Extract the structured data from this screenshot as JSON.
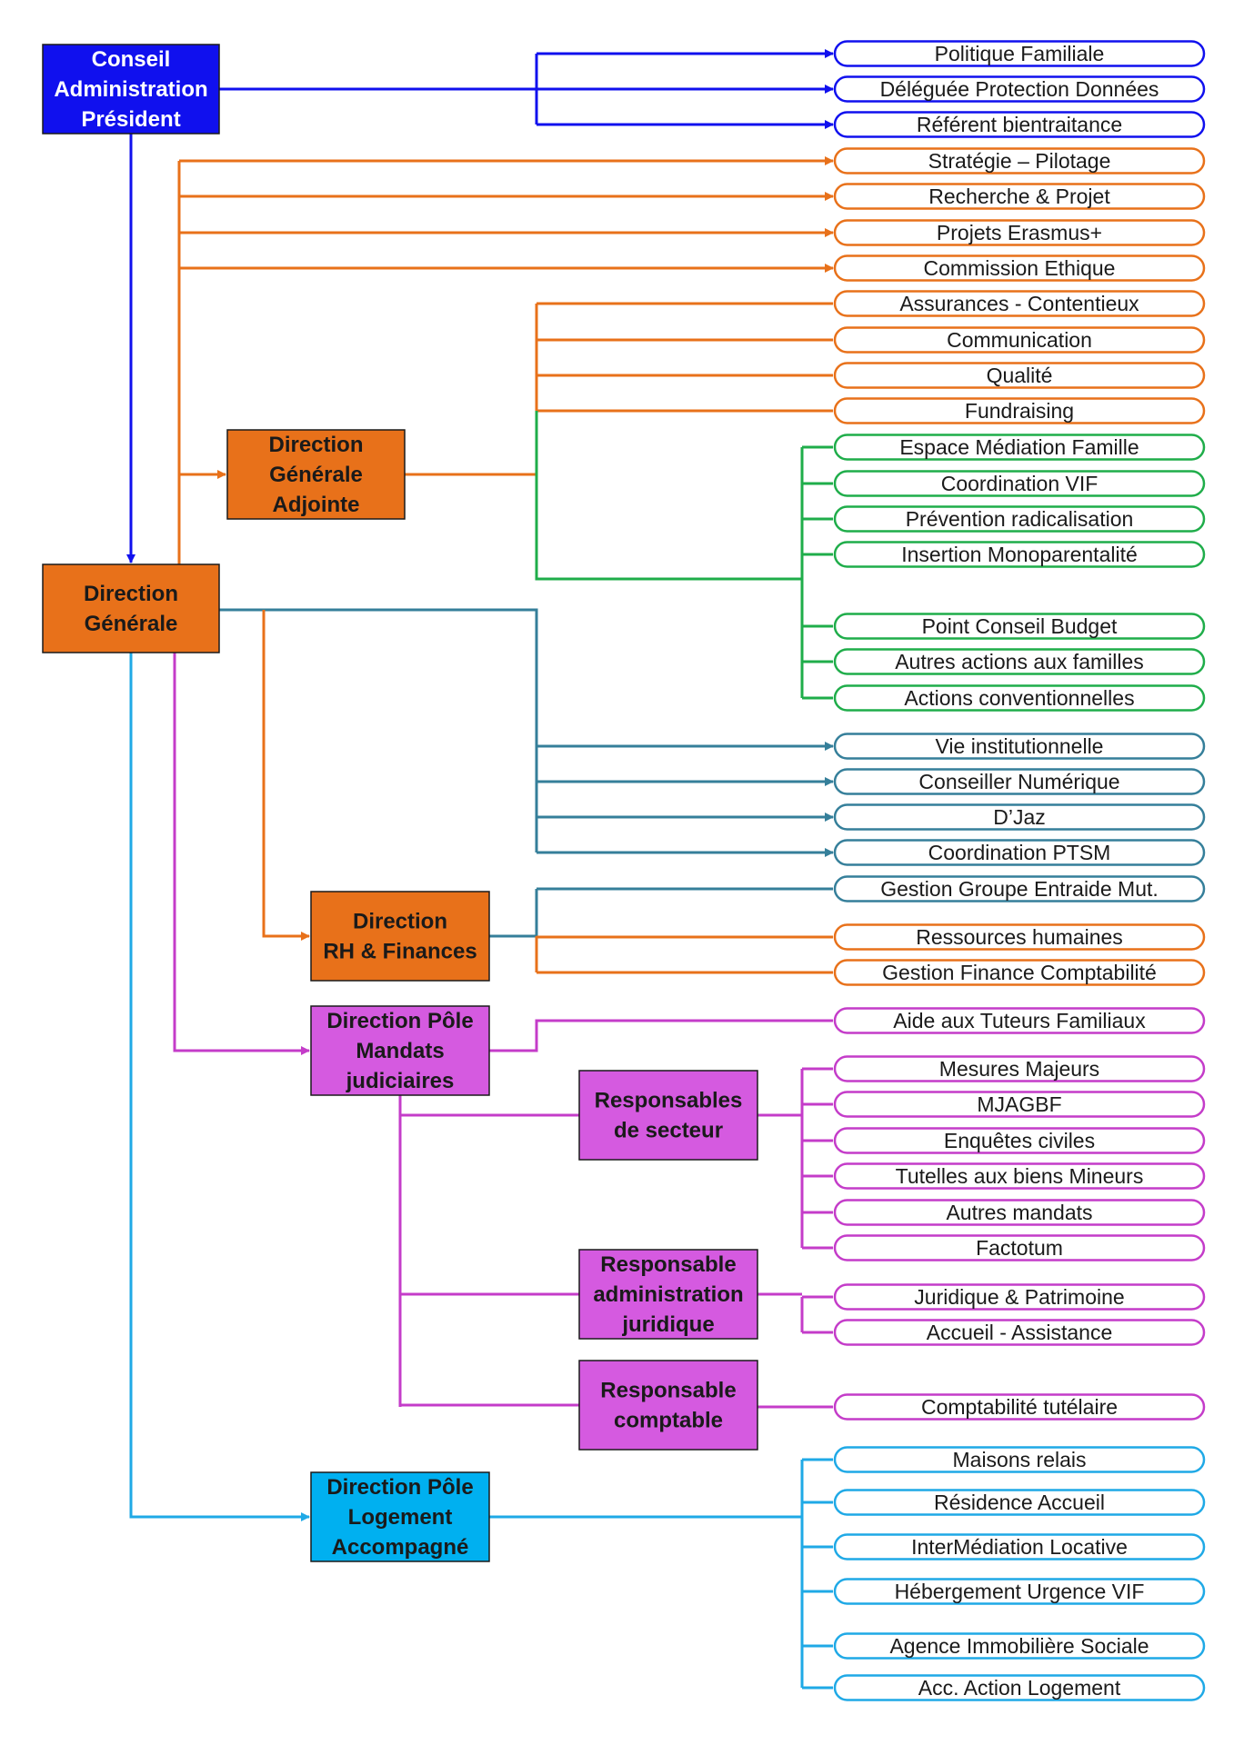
{
  "colors": {
    "blue": "#1010ee",
    "orange": "#e8711a",
    "green": "#1fad4a",
    "teal": "#357f9a",
    "magenta": "#c43cc9",
    "cyan": "#1fa9e6",
    "purple_fill": "#d55ae0",
    "cyan_fill": "#00b0f0"
  },
  "boxes": {
    "ca": [
      "Conseil",
      "Administration",
      "Président"
    ],
    "dg": [
      "Direction",
      "Générale"
    ],
    "dga": [
      "Direction",
      "Générale",
      "Adjointe"
    ],
    "drh": [
      "Direction",
      "RH & Finances"
    ],
    "dpm": [
      "Direction Pôle",
      "Mandats",
      "judiciaires"
    ],
    "rs": [
      "Responsables",
      "de secteur"
    ],
    "raj": [
      "Responsable",
      "administration",
      "juridique"
    ],
    "rc": [
      "Responsable",
      "comptable"
    ],
    "dpl": [
      "Direction Pôle",
      "Logement",
      "Accompagné"
    ]
  },
  "items": {
    "blue": [
      "Politique Familiale",
      "Déléguée Protection Données",
      "Référent bientraitance"
    ],
    "orange_dg": [
      "Stratégie – Pilotage",
      "Recherche & Projet",
      "Projets Erasmus+",
      "Commission Ethique"
    ],
    "orange_dga": [
      "Assurances - Contentieux",
      "Communication",
      "Qualité",
      "Fundraising"
    ],
    "green": [
      "Espace Médiation Famille",
      "Coordination VIF",
      "Prévention radicalisation",
      "Insertion Monoparentalité",
      "Point Conseil Budget",
      "Autres actions aux familles",
      "Actions conventionnelles"
    ],
    "teal": [
      "Vie institutionnelle",
      "Conseiller Numérique",
      "D’Jaz",
      "Coordination PTSM"
    ],
    "teal_drh": [
      "Gestion Groupe Entraide Mut."
    ],
    "orange_drh": [
      "Ressources humaines",
      "Gestion Finance Comptabilité"
    ],
    "magenta_dpm": [
      "Aide aux Tuteurs Familiaux"
    ],
    "magenta_rs": [
      "Mesures Majeurs",
      "MJAGBF",
      "Enquêtes civiles",
      "Tutelles aux biens Mineurs",
      "Autres mandats",
      "Factotum"
    ],
    "magenta_raj": [
      "Juridique & Patrimoine",
      "Accueil - Assistance"
    ],
    "magenta_rc": [
      "Comptabilité tutélaire"
    ],
    "cyan": [
      "Maisons relais",
      "Résidence Accueil",
      "InterMédiation Locative",
      "Hébergement Urgence VIF",
      "Agence Immobilière Sociale",
      "Acc. Action Logement"
    ]
  }
}
